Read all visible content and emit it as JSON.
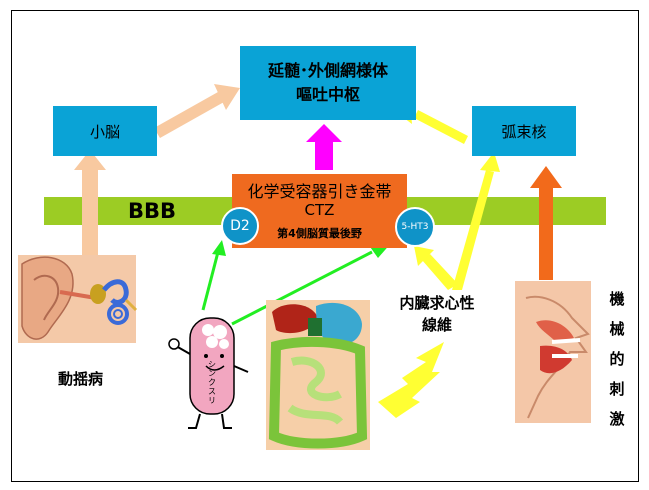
{
  "nodes": {
    "vomiting_center": {
      "line1": "延髄･外側網様体",
      "line2": "嘔吐中枢"
    },
    "cerebellum": "小脳",
    "nts": "弧束核",
    "ctz": {
      "line1": "化学受容器引き金帯",
      "line2": "CTZ",
      "line3": "第4側脳質最後野"
    },
    "receptor_d2": "D2",
    "receptor_5ht3": "5-HT3",
    "bbb": "BBB",
    "motion_sickness": "動揺病",
    "visceral_afferent": {
      "line1": "内臓求心性",
      "line2": "線維"
    },
    "mechanical_stimulus": [
      "機",
      "械",
      "的",
      "刺",
      "激"
    ],
    "drug_label": [
      "シ",
      "ン",
      "ク",
      "ス",
      "リ"
    ]
  },
  "colors": {
    "box_blue": "#0aa3d6",
    "bbb_green": "#9ccc24",
    "ctz_orange": "#ef6a1f",
    "arrow_peach": "#f8c9a0",
    "arrow_magenta": "#ff00ff",
    "arrow_yellow": "#ffff33",
    "arrow_green": "#22ee22",
    "arrow_orange": "#f26a1b"
  },
  "icons": [
    "ear-illustration",
    "pill-character-illustration",
    "digestive-organs-illustration",
    "mouth-throat-illustration"
  ]
}
